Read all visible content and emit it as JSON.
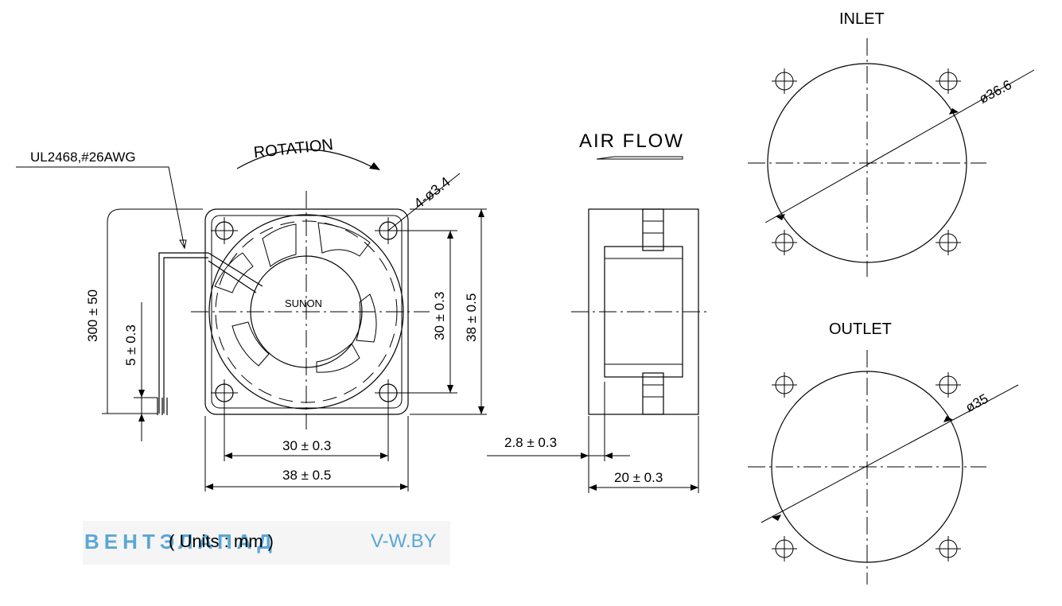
{
  "labels": {
    "cable": "UL2468,#26AWG",
    "rotation": "ROTATION",
    "hole_spec": "4-ø3.4",
    "brand": "SUNON",
    "lead_length": "300 ± 50",
    "strip_length": "5 ± 0.3",
    "hole_pitch_v": "30 ± 0.3",
    "frame_size_v": "38 ± 0.5",
    "hole_pitch_h": "30 ± 0.3",
    "frame_size_h": "38 ± 0.5",
    "units": "( Units : mm )",
    "air_flow": "AIR  FLOW",
    "flange": "2.8 ± 0.3",
    "depth": "20 ± 0.3",
    "inlet": "INLET",
    "inlet_dia": "ø36.6",
    "outlet": "OUTLET",
    "outlet_dia": "ø35"
  },
  "watermark": {
    "cyrillic": "ВЕНТЭЛАПАД",
    "latin": "V-W.BY"
  }
}
